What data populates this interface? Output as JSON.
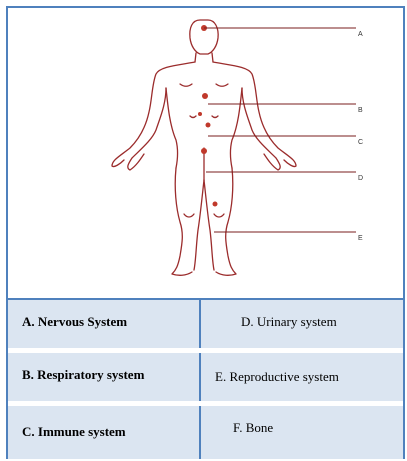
{
  "figure": {
    "labels": [
      "A",
      "B",
      "C",
      "D",
      "E"
    ]
  },
  "legend": {
    "rows": [
      {
        "left": "A. Nervous System",
        "right": "D. Urinary system"
      },
      {
        "left": "B. Respiratory system",
        "right": "E. Reproductive system"
      },
      {
        "left": "C. Immune system",
        "right": "F. Bone"
      }
    ]
  },
  "colors": {
    "border": "#4f81bd",
    "cell_fill": "#dbe5f1",
    "figure_stroke": "#9b2c2c"
  }
}
